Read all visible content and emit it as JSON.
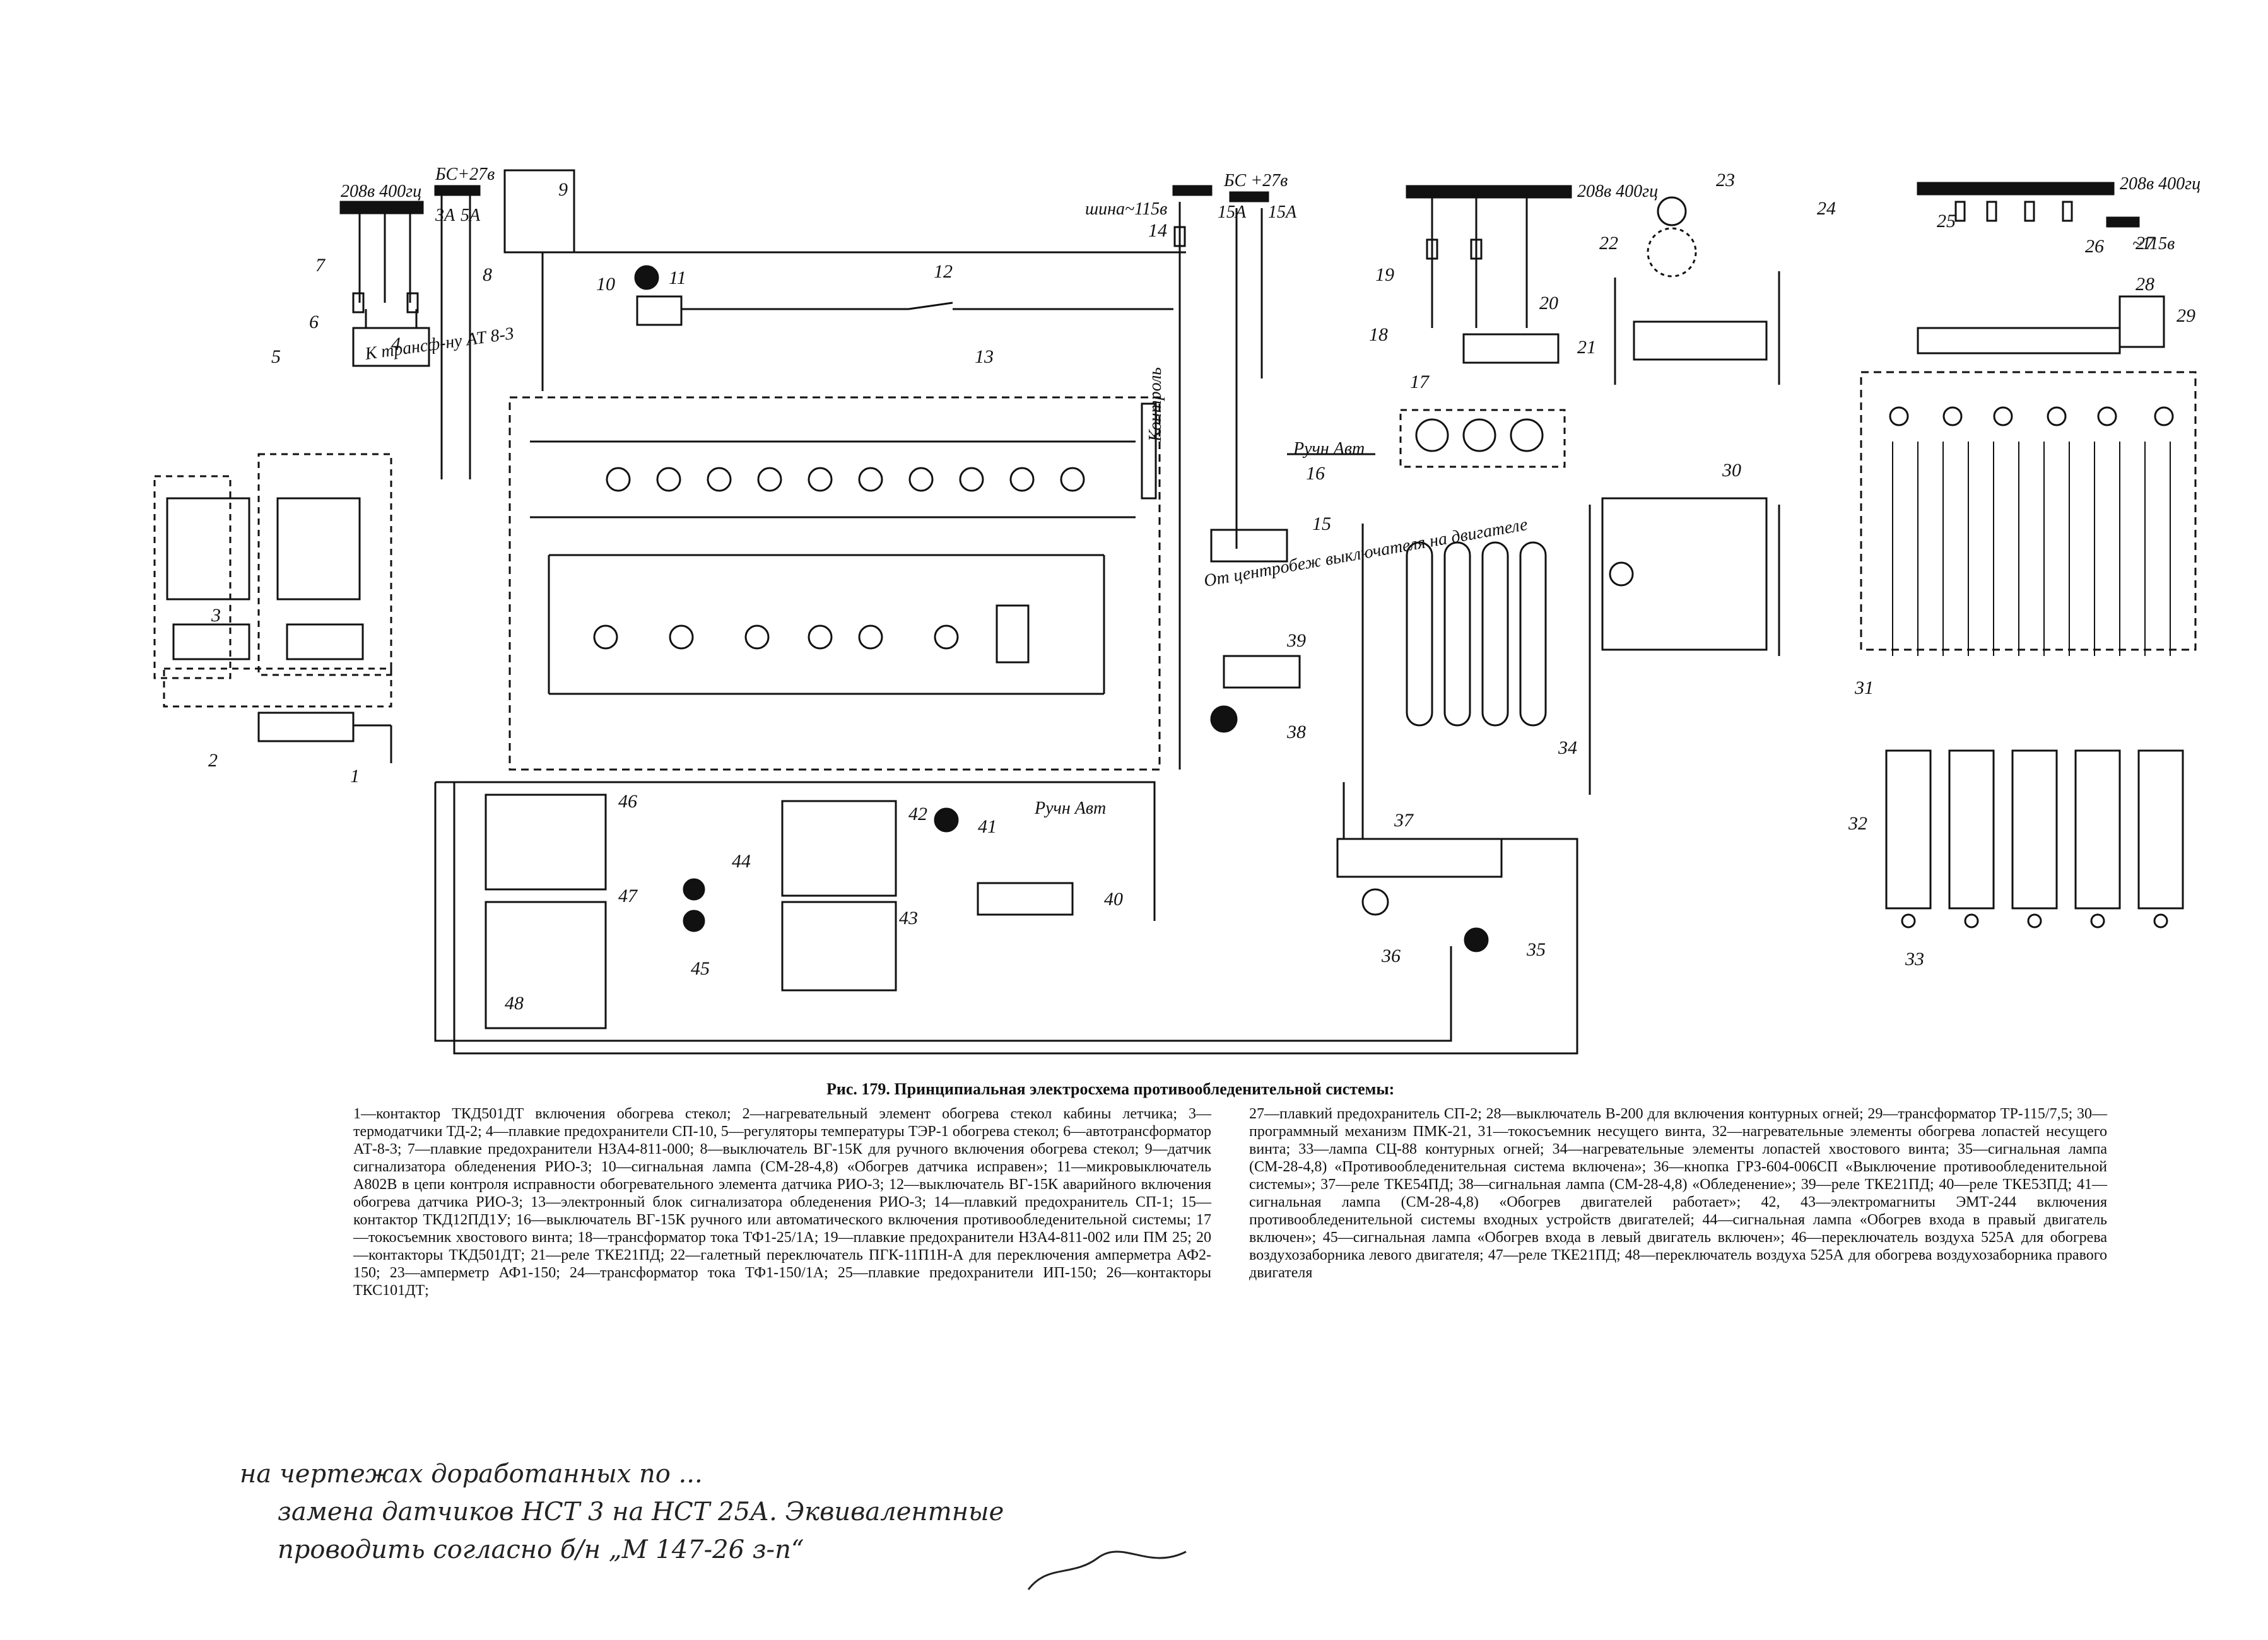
{
  "figure": {
    "caption": "Рис. 179. Принципиальная электросхема противообледенительной системы:",
    "bus_labels": {
      "bus_208_left": "208в 400гц",
      "bus_bc27": "БС+27в",
      "bus_shina115": "шина~115в",
      "bus_bc27_right": "БС +27в",
      "bus_208_mid": "208в 400гц",
      "bus_208_right": "208в 400гц",
      "bus_115_right": "~115в",
      "k_transf": "К трансф-ну АТ 8-3",
      "ruchn_avt_1": "Ручн  Авт",
      "ruchn_avt_2": "Ручн  Авт",
      "ot_centrob": "От центробеж выключателя на двигателе",
      "fuse_3a": "3А",
      "fuse_5a": "5А",
      "fuse_15a_1": "15А",
      "fuse_15a_2": "15А",
      "stamp_ctrl": "Контроль"
    },
    "numbers": [
      "1",
      "2",
      "3",
      "4",
      "5",
      "6",
      "7",
      "8",
      "9",
      "10",
      "11",
      "12",
      "13",
      "14",
      "15",
      "16",
      "17",
      "18",
      "19",
      "20",
      "21",
      "22",
      "23",
      "24",
      "25",
      "26",
      "27",
      "28",
      "29",
      "30",
      "31",
      "32",
      "33",
      "34",
      "35",
      "36",
      "37",
      "38",
      "39",
      "40",
      "41",
      "42",
      "43",
      "44",
      "45",
      "46",
      "47",
      "48"
    ]
  },
  "legend": {
    "left": "1—контактор ТКД501ДТ включения обогрева стекол; 2—нагревательный элемент обогрева стекол кабины летчика; 3—термодатчики ТД-2; 4—плавкие предохранители СП-10, 5—регуляторы температуры ТЭР-1 обогрева стекол; 6—автотрансформатор АТ-8-3; 7—плавкие предохранители НЗА4-811-000; 8—выключатель ВГ-15К для ручного включения обогрева стекол; 9—датчик сигнализатора обледенения РИО-3; 10—сигнальная лампа (СМ-28-4,8) «Обогрев датчика исправен»; 11—микровыключатель А802В в цепи контроля исправности обогревательного элемента датчика РИО-3; 12—выключатель ВГ-15К аварийного включения обогрева датчика РИО-3; 13—электронный блок сигнализатора обледенения РИО-3; 14—плавкий предохранитель СП-1; 15—контактор ТКД12ПД1У; 16—выключатель ВГ-15К ручного или автоматического включения противообледенительной системы; 17—токосъемник хвостового винта; 18—трансформатор тока ТФ1-25/1А; 19—плавкие предохранители НЗА4-811-002 или ПМ 25; 20—контакторы ТКД501ДТ; 21—реле ТКЕ21ПД; 22—галетный переключатель ПГК-11П1Н-А для переключения амперметра АФ2-150; 23—амперметр АФ1-150; 24—трансформатор тока ТФ1-150/1А; 25—плавкие предохранители ИП-150; 26—контакторы ТКС101ДТ;",
    "right": "27—плавкий предохранитель СП-2; 28—выключатель В-200 для включения контурных огней; 29—трансформатор ТР-115/7,5; 30—программный механизм ПМК-21, 31—токосъемник несущего винта, 32—нагревательные элементы обогрева лопастей несущего винта; 33—лампа СЦ-88 контурных огней; 34—нагревательные элементы лопастей хвостового винта; 35—сигнальная лампа (СМ-28-4,8) «Противообледенительная система включена»; 36—кнопка ГРЗ-604-006СП «Выключение противообледенительной системы»; 37—реле ТКЕ54ПД; 38—сигнальная лампа (СМ-28-4,8) «Обледенение»; 39—реле ТКЕ21ПД; 40—реле ТКЕ53ПД; 41—сигнальная лампа (СМ-28-4,8) «Обогрев двигателей работает»; 42, 43—электромагниты ЭМТ-244 включения противообледенительной системы входных устройств двигателей; 44—сигнальная лампа «Обогрев входа в правый двигатель включен»; 45—сигнальная лампа «Обогрев входа в левый двигатель включен»; 46—переключатель воздуха 525А для обогрева воздухозаборника левого двигателя; 47—реле ТКЕ21ПД; 48—переключатель воздуха 525А для обогрева воздухозаборника правого двигателя"
  },
  "handwritten": {
    "line1": "на чертежах доработанных по ...",
    "line2": "замена датчиков НСТ 3 на НСТ 25А. Эквивалентные",
    "line3": "проводить согласно б/н „М 147-26 з-п“"
  }
}
